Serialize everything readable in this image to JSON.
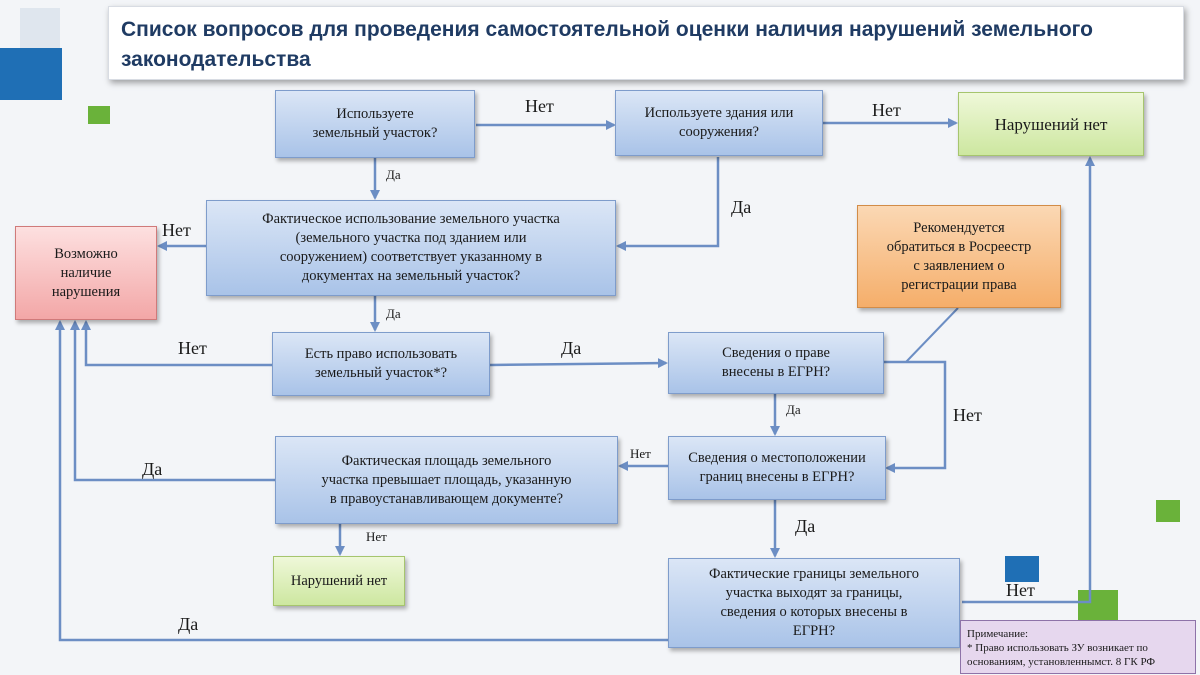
{
  "title": "Список вопросов для проведения самостоятельной оценки наличия нарушений земельного законодательства",
  "boxes": {
    "q_use_land": "Используете\nземельный участок?",
    "q_use_buildings": "Используете  здания или\nсооружения?",
    "no_violations_top": "Нарушений нет",
    "q_actual_use": "Фактическое  использование  земельного участка\n(земельного участка под зданием или\nсооружением) соответствует указанному в\nдокументах на земельный участок?",
    "possible_violation": "Возможно\nналичие\nнарушения",
    "recommend": "Рекомендуется\nобратиться в Росреестр\nс заявлением  о\nрегистрации права",
    "q_right": "Есть право использовать\nземельный участок*?",
    "q_rights_egrn": "Сведения  о праве\nвнесены в ЕГРН?",
    "q_area": "Фактическая  площадь земельного\nучастка превышает площадь, указанную\nв правоустанавливающем  документе?",
    "q_location": "Сведения  о местоположении\nграниц  внесены  в ЕГРН?",
    "no_violations_mid": "Нарушений  нет",
    "q_boundaries": "Фактические  границы земельного\nучастка выходят за границы,\nсведения о которых внесены в\nЕГРН?"
  },
  "labels": {
    "no1": "Нет",
    "no2": "Нет",
    "yes1": "Да",
    "yes_buildings": "Да",
    "no_actual": "Нет",
    "yes2": "Да",
    "no_right": "Нет",
    "yes_right": "Да",
    "yes_egrn": "Да",
    "no_egrn": "Нет",
    "no_location": "Нет",
    "yes_area": "Да",
    "no_area": "Нет",
    "yes_location": "Да",
    "no_boundaries": "Нет",
    "yes_boundaries": "Да"
  },
  "note": {
    "heading": "Примечание:",
    "text": "* Право использовать ЗУ возникает по\nоснованиям, установленнымст. 8 ГК РФ"
  },
  "colors": {
    "arrow": "#6c8ec4",
    "deco_blue": "#1f6fb5",
    "deco_green": "#6ab23a"
  }
}
